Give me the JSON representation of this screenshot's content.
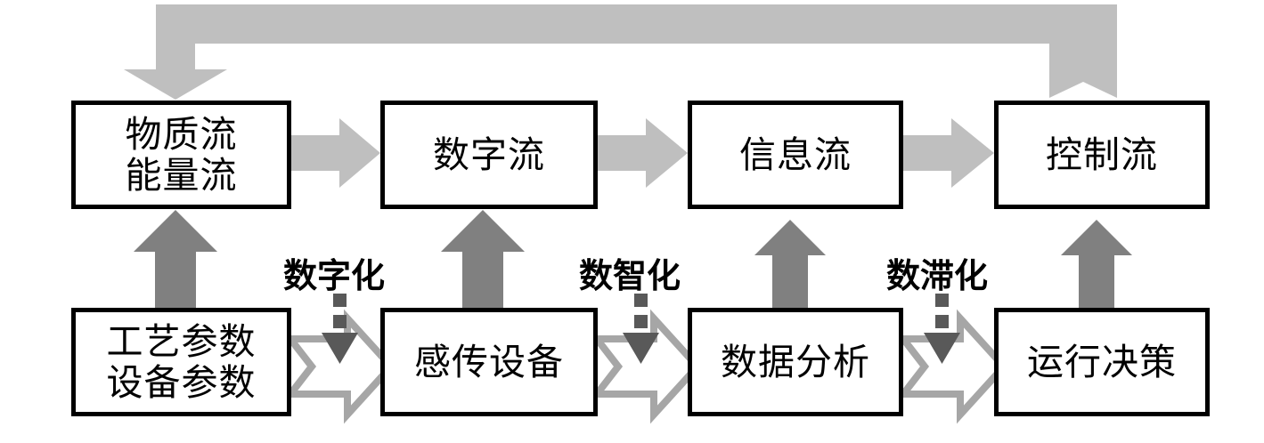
{
  "diagram": {
    "title": "",
    "colors": {
      "box_border": "#000000",
      "box_fill": "#ffffff",
      "text": "#000000",
      "arrow_light_gray": "#bfbfbf",
      "arrow_mid_gray": "#808080",
      "arrow_dark_gray": "#595959",
      "hollow_arrow_outline": "#a6a6a6",
      "hollow_arrow_fill": "#ffffff"
    },
    "top_row": {
      "name": "flow-layer",
      "nodes": [
        {
          "id": "material-energy-flow",
          "lines": [
            "物质流",
            "能量流"
          ]
        },
        {
          "id": "digital-flow",
          "lines": [
            "数字流"
          ]
        },
        {
          "id": "information-flow",
          "lines": [
            "信息流"
          ]
        },
        {
          "id": "control-flow",
          "lines": [
            "控制流"
          ]
        }
      ]
    },
    "bottom_row": {
      "name": "enabler-layer",
      "nodes": [
        {
          "id": "process-equipment-parameters",
          "lines": [
            "工艺参数",
            "设备参数"
          ]
        },
        {
          "id": "sensing-transmission-equipment",
          "lines": [
            "感传设备"
          ]
        },
        {
          "id": "data-analysis",
          "lines": [
            "数据分析"
          ]
        },
        {
          "id": "operation-decision",
          "lines": [
            "运行决策"
          ]
        }
      ]
    },
    "stage_labels": [
      {
        "id": "digitalization",
        "text": "数字化"
      },
      {
        "id": "digital-intelligence",
        "text": "数智化"
      },
      {
        "id": "digital-lag",
        "text": "数滞化"
      }
    ],
    "connectors": {
      "feedback_loop": {
        "id": "control-to-material-feedback",
        "style": "thick-bent-block-arrow",
        "from": "control-flow",
        "to": "material-energy-flow",
        "color": "#bfbfbf"
      },
      "top_chevrons": [
        {
          "id": "material-to-digital",
          "color": "#bfbfbf"
        },
        {
          "id": "digital-to-information",
          "color": "#bfbfbf"
        },
        {
          "id": "information-to-control",
          "color": "#bfbfbf"
        }
      ],
      "vertical_up_arrows": [
        {
          "id": "parameters-to-material",
          "color": "#808080"
        },
        {
          "id": "sensing-to-digital",
          "color": "#808080"
        },
        {
          "id": "analysis-to-information",
          "color": "#808080"
        },
        {
          "id": "decision-to-control",
          "color": "#808080"
        }
      ],
      "bottom_hollow_chevrons": [
        {
          "id": "parameters-to-sensing",
          "outline": "#a6a6a6"
        },
        {
          "id": "sensing-to-analysis",
          "outline": "#a6a6a6"
        },
        {
          "id": "analysis-to-decision",
          "outline": "#a6a6a6"
        }
      ],
      "dashed_down_arrows": [
        {
          "id": "digitalization-marker",
          "color": "#595959"
        },
        {
          "id": "digital-intelligence-marker",
          "color": "#595959"
        },
        {
          "id": "digital-lag-marker",
          "color": "#595959"
        }
      ]
    }
  }
}
